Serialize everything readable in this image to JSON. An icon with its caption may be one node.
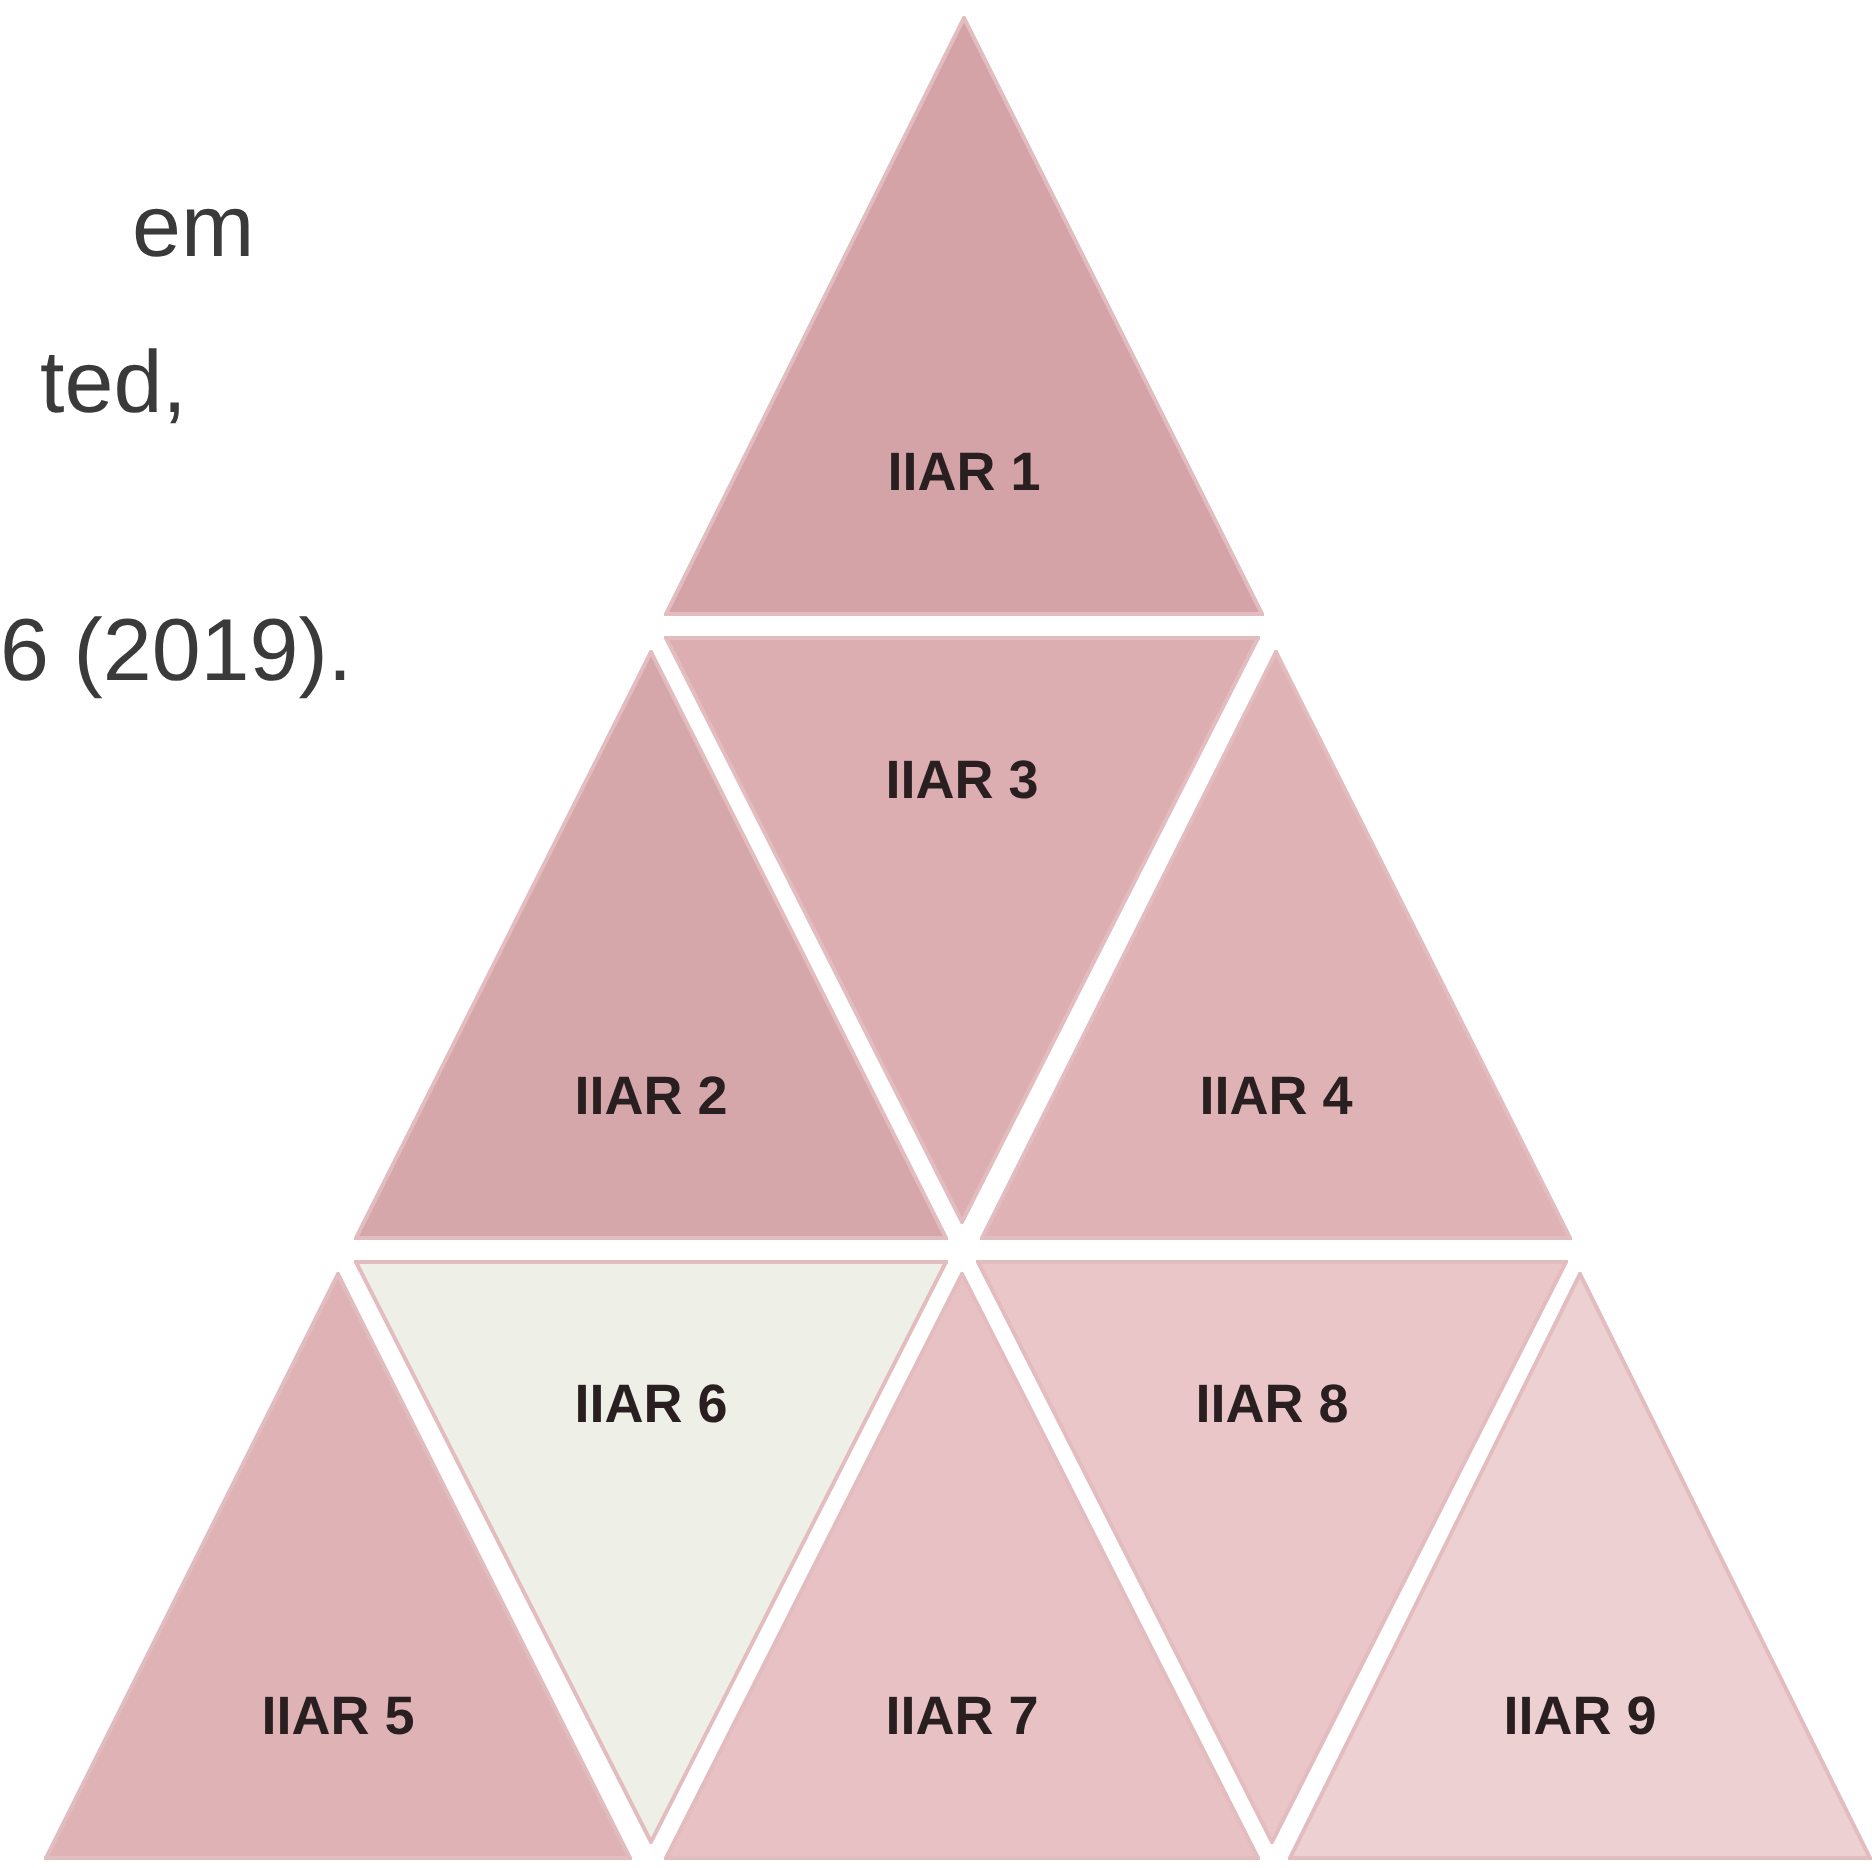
{
  "diagram": {
    "nodes": [
      {
        "text": [
          "IIAR 1"
        ]
      },
      {
        "text": [
          "IIAR 2"
        ]
      },
      {
        "text": [
          "IIAR 3"
        ]
      },
      {
        "text": [
          "IIAR 4"
        ]
      },
      {
        "text": [
          "IIAR 5"
        ]
      },
      {
        "text": [
          "IIAR 6"
        ]
      },
      {
        "text": [
          "IIAR 7"
        ]
      },
      {
        "text": [
          "IIAR 8"
        ]
      },
      {
        "text": [
          "IIAR 9"
        ]
      }
    ],
    "labels": [
      "em",
      "ted,",
      "6 (2019)."
    ]
  }
}
